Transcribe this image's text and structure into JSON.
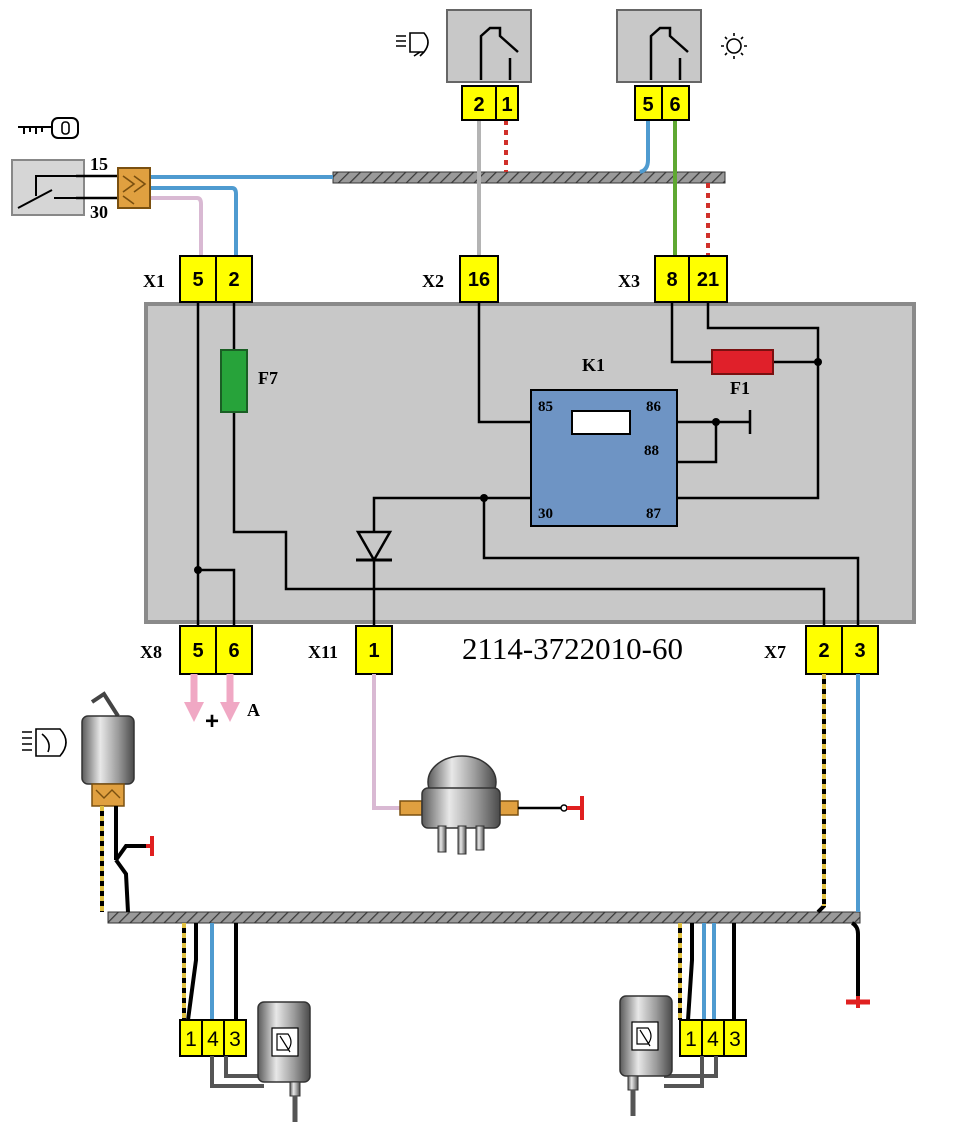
{
  "part_number": "2114-3722010-60",
  "connectors": {
    "x1": {
      "label": "X1",
      "pins": [
        "5",
        "2"
      ]
    },
    "x2": {
      "label": "X2",
      "pins": [
        "16"
      ]
    },
    "x3": {
      "label": "X3",
      "pins": [
        "8",
        "21"
      ]
    },
    "x8": {
      "label": "X8",
      "pins": [
        "5",
        "6"
      ]
    },
    "x11": {
      "label": "X11",
      "pins": [
        "1"
      ]
    },
    "x7": {
      "label": "X7",
      "pins": [
        "2",
        "3"
      ]
    }
  },
  "switches": {
    "wash": {
      "pins": [
        "2",
        "1"
      ]
    },
    "light": {
      "pins": [
        "5",
        "6"
      ]
    }
  },
  "ignition": {
    "terminals": [
      "15",
      "30"
    ]
  },
  "fuses": {
    "f7": "F7",
    "f1": "F1"
  },
  "relay": {
    "label": "K1",
    "pins": {
      "p85": "85",
      "p86": "86",
      "p88": "88",
      "p30": "30",
      "p87": "87"
    }
  },
  "outputs": {
    "plus": "+",
    "a": "A"
  },
  "motors": {
    "left": {
      "pins": [
        "1",
        "4",
        "3"
      ]
    },
    "right": {
      "pins": [
        "1",
        "4",
        "3"
      ]
    }
  },
  "icons": [
    "headlight-washer-icon",
    "headlight-icon",
    "key-icon",
    "headlight-wiper-icon"
  ],
  "colors": {
    "connector": "#ffff00",
    "module": "#c8c8c8",
    "relay": "#6e94c4",
    "fuse_f7": "#27a33a",
    "fuse_f1": "#e0202a",
    "wire_blue": "#4f9bd0",
    "wire_green": "#5fa832",
    "wire_pink": "#d9b9d3",
    "wire_gray": "#b4b4b4",
    "ground": "#e02020"
  }
}
